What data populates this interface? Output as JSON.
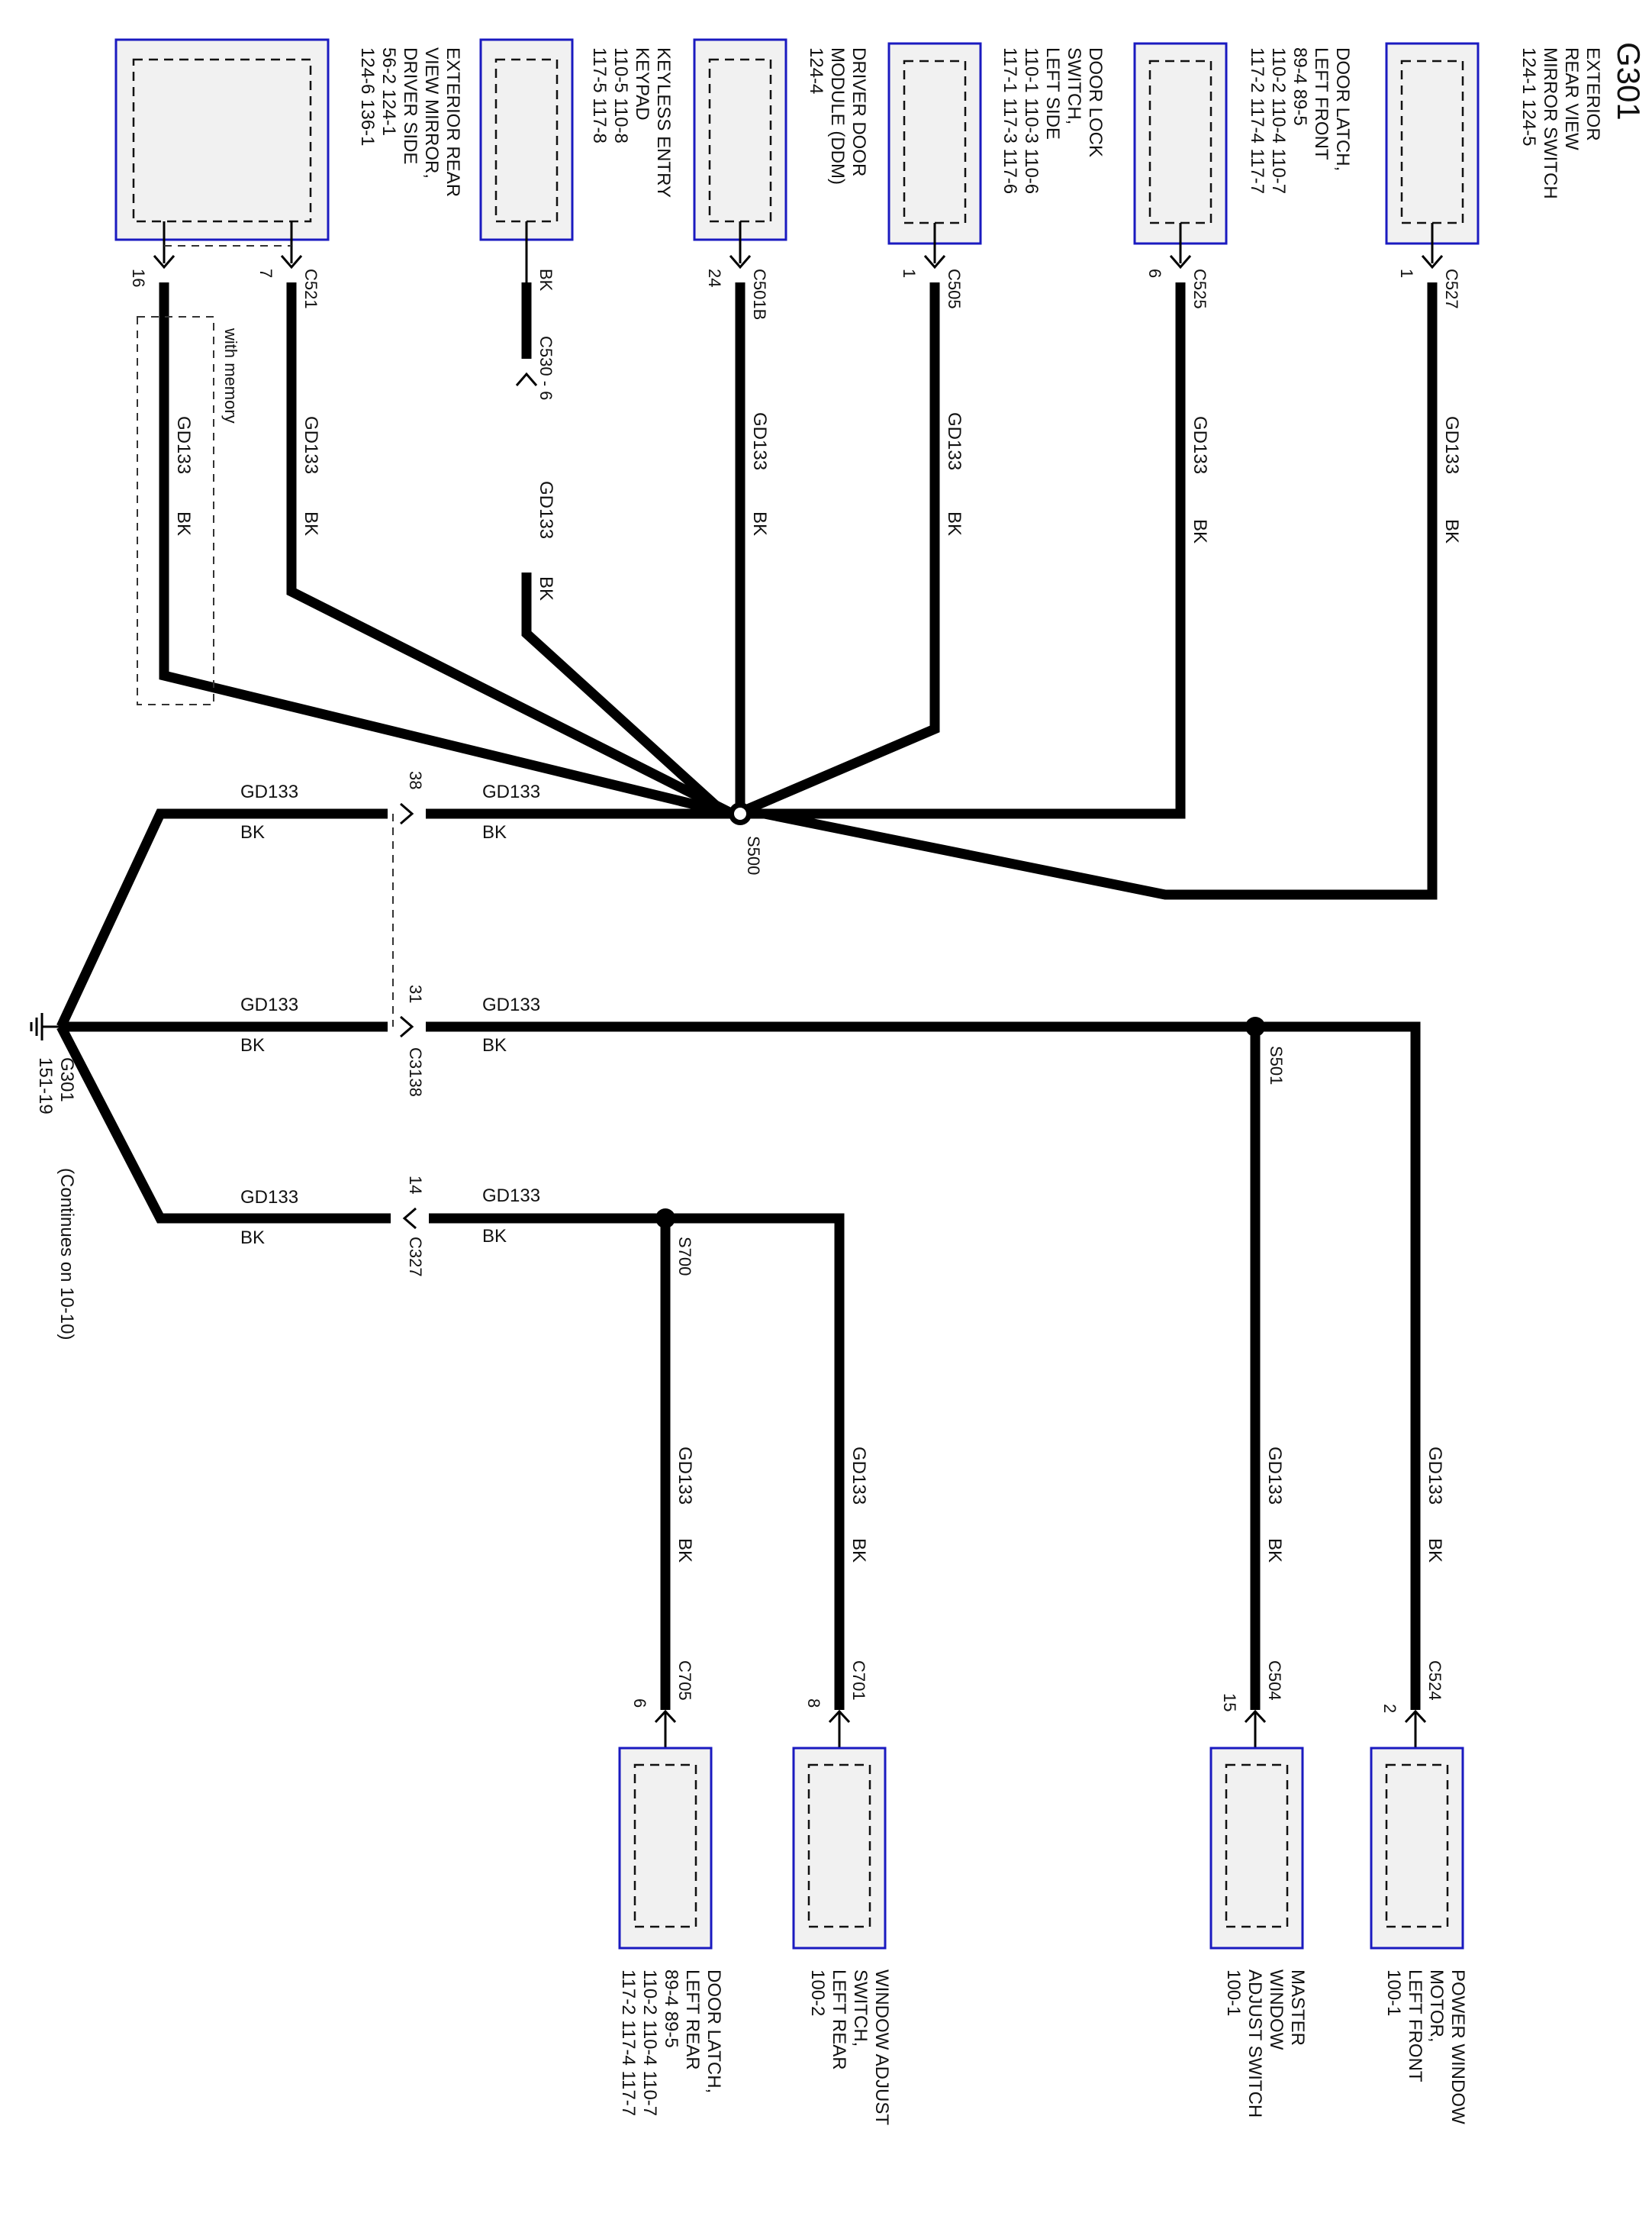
{
  "title": "G301",
  "colors": {
    "component_border": "#1a1ac0",
    "component_fill": "#f1f1f1",
    "wire": "#000000"
  },
  "components": [
    {
      "id": "ext_mirror_switch",
      "lines": [
        "EXTERIOR",
        "REAR VIEW",
        "MIRROR SWITCH",
        "124-1    124-5"
      ],
      "connector": "C527",
      "pin": "1"
    },
    {
      "id": "door_latch_lf",
      "lines": [
        "DOOR LATCH,",
        "LEFT FRONT",
        "89-4      89-5",
        "110-2    110-4    110-7",
        "117-2    117-4    117-7"
      ],
      "connector": "C525",
      "pin": "6"
    },
    {
      "id": "door_lock_switch",
      "lines": [
        "DOOR LOCK",
        "SWITCH,",
        "LEFT SIDE",
        "110-1    110-3    110-6",
        "117-1    117-3    117-6"
      ],
      "connector": "C505",
      "pin": "1"
    },
    {
      "id": "ddm",
      "lines": [
        "DRIVER DOOR",
        "MODULE (DDM)",
        "124-4"
      ],
      "connector": "C501B",
      "pin": "24"
    },
    {
      "id": "keypad",
      "lines": [
        "KEYLESS ENTRY",
        "KEYPAD",
        "110-5    110-8",
        "117-5    117-8"
      ],
      "connector": "BK",
      "inline": "C530 - 6"
    },
    {
      "id": "ext_mirror",
      "lines": [
        "EXTERIOR REAR",
        "VIEW MIRROR,",
        "DRIVER SIDE",
        "56-2        124-1",
        "124-6     136-1"
      ],
      "connector": "C521",
      "pin_left": "16",
      "pin_right": "7",
      "option": "with memory"
    },
    {
      "id": "power_window_motor",
      "lines": [
        "POWER WINDOW",
        "MOTOR,",
        "LEFT FRONT",
        "100-1"
      ],
      "connector": "C524",
      "pin": "2"
    },
    {
      "id": "master_window_switch",
      "lines": [
        "MASTER",
        "WINDOW",
        "ADJUST SWITCH",
        "100-1"
      ],
      "connector": "C504",
      "pin": "15"
    },
    {
      "id": "window_switch_lr",
      "lines": [
        "WINDOW ADJUST",
        "SWITCH,",
        "LEFT REAR",
        "100-2"
      ],
      "connector": "C701",
      "pin": "8"
    },
    {
      "id": "door_latch_lr",
      "lines": [
        "DOOR LATCH,",
        "LEFT REAR",
        "89-4      89-5",
        "110-2    110-4    110-7",
        "117-2    117-4    117-7"
      ],
      "connector": "C705",
      "pin": "6"
    }
  ],
  "wire": {
    "circuit": "GD133",
    "color": "BK"
  },
  "splices": {
    "s500": "S500",
    "s501": "S501",
    "s700": "S700"
  },
  "inline_connectors": {
    "c3138_top_pin": "38",
    "c3138_mid_pin": "31",
    "c3138": "C3138",
    "c327_pin": "14",
    "c327": "C327"
  },
  "ground": {
    "name": "G301",
    "ref": "151-19",
    "note": "(Continues on 10-10)"
  }
}
